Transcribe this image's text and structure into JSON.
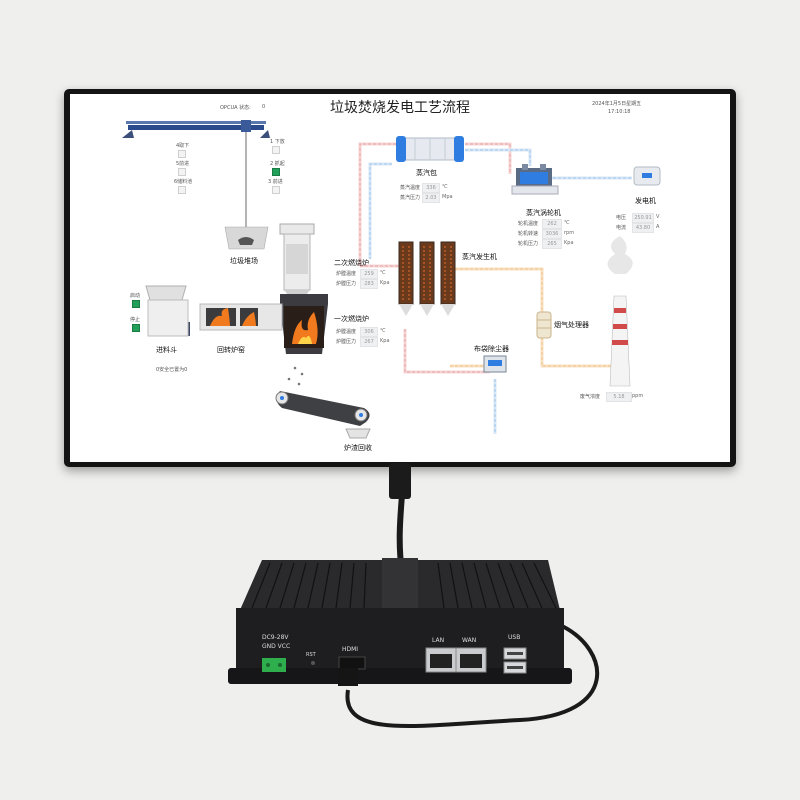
{
  "hmi": {
    "title": "垃圾焚烧发电工艺流程",
    "opcua_label": "OPCUA 状态:",
    "opcua_value": "0",
    "datetime": "2024年1月5日星期五",
    "time": "17:10:18",
    "crane": {
      "left_buttons": [
        "4取下",
        "5前进",
        "6储料池"
      ],
      "right_buttons": [
        "1 下放",
        "2 抓起",
        "3 前进"
      ]
    },
    "labels": {
      "garbage_pit": "垃圾堆场",
      "feed_hopper": "进料斗",
      "rotary_kiln": "回转炉窑",
      "secondary_furnace": "二次燃烧炉",
      "primary_furnace": "一次燃烧炉",
      "steam_drum": "蒸汽包",
      "steam_turbine": "蒸汽涡轮机",
      "generator": "发电机",
      "steam_generator": "蒸汽发生机",
      "flue_gas": "烟气处理器",
      "bag_filter": "布袋除尘器",
      "slag": "炉渣回收",
      "start": "启动",
      "stop": "停止",
      "safety": "0安全已置为0"
    },
    "readings": {
      "secondary": [
        {
          "label": "炉膛温度",
          "value": "259",
          "unit": "℃"
        },
        {
          "label": "炉膛压力",
          "value": "283",
          "unit": "Kpa"
        }
      ],
      "primary": [
        {
          "label": "炉膛温度",
          "value": "306",
          "unit": "℃"
        },
        {
          "label": "炉膛压力",
          "value": "267",
          "unit": "Kpa"
        }
      ],
      "steam": [
        {
          "label": "蒸汽温度",
          "value": "336",
          "unit": "℃"
        },
        {
          "label": "蒸汽压力",
          "value": "2.03",
          "unit": "Mpa"
        }
      ],
      "turbine": [
        {
          "label": "轮机温度",
          "value": "262",
          "unit": "℃"
        },
        {
          "label": "轮机转速",
          "value": "3036",
          "unit": "rpm"
        },
        {
          "label": "轮机压力",
          "value": "265",
          "unit": "Kpa"
        }
      ],
      "generator": [
        {
          "label": "电压",
          "value": "250.91",
          "unit": "V"
        },
        {
          "label": "电流",
          "value": "43.80",
          "unit": "A"
        }
      ],
      "exhaust": {
        "label": "废气浓度",
        "value": "5.18",
        "unit": "ppm"
      }
    }
  },
  "device": {
    "power_label": "DC9-28V",
    "power_pins": "GND  VCC",
    "rst_label": "RST",
    "hdmi_label": "HDMI",
    "lan_label": "LAN",
    "wan_label": "WAN",
    "usb_label": "USB"
  },
  "colors": {
    "steam_line": "#e9a4a4",
    "water_line": "#9ec4ea",
    "flue_line": "#f0c48a",
    "frame": "#141414",
    "enclosure": "#1e1e20",
    "terminal": "#2fae4e"
  }
}
